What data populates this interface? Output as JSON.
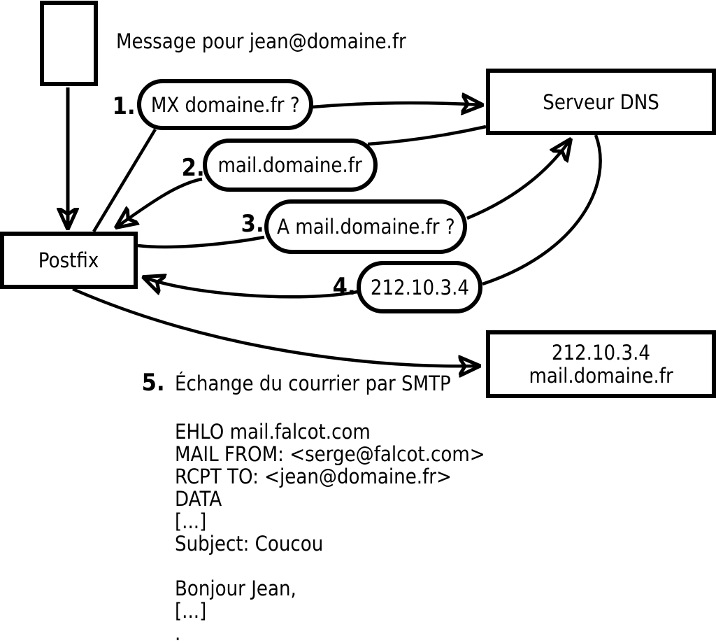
{
  "diagram": {
    "background": "#ffffff",
    "stroke_color": "#000000",
    "message_note": "Message pour jean@domaine.fr",
    "nodes": {
      "postfix": {
        "label": "Postfix"
      },
      "dns": {
        "label": "Serveur DNS"
      },
      "mail_server": {
        "line1": "212.10.3.4",
        "line2": "mail.domaine.fr"
      }
    },
    "steps": [
      {
        "number": "1.",
        "label": "MX domaine.fr ?"
      },
      {
        "number": "2.",
        "label": "mail.domaine.fr"
      },
      {
        "number": "3.",
        "label": "A mail.domaine.fr ?"
      },
      {
        "number": "4.",
        "label": "212.10.3.4"
      },
      {
        "number": "5.",
        "label": "Échange du courrier par SMTP"
      }
    ],
    "smtp_session": [
      "EHLO mail.falcot.com",
      "MAIL FROM: <serge@falcot.com>",
      "RCPT TO: <jean@domaine.fr>",
      "DATA",
      "[...]",
      "Subject: Coucou",
      "",
      "Bonjour Jean,",
      "[...]",
      "."
    ]
  }
}
